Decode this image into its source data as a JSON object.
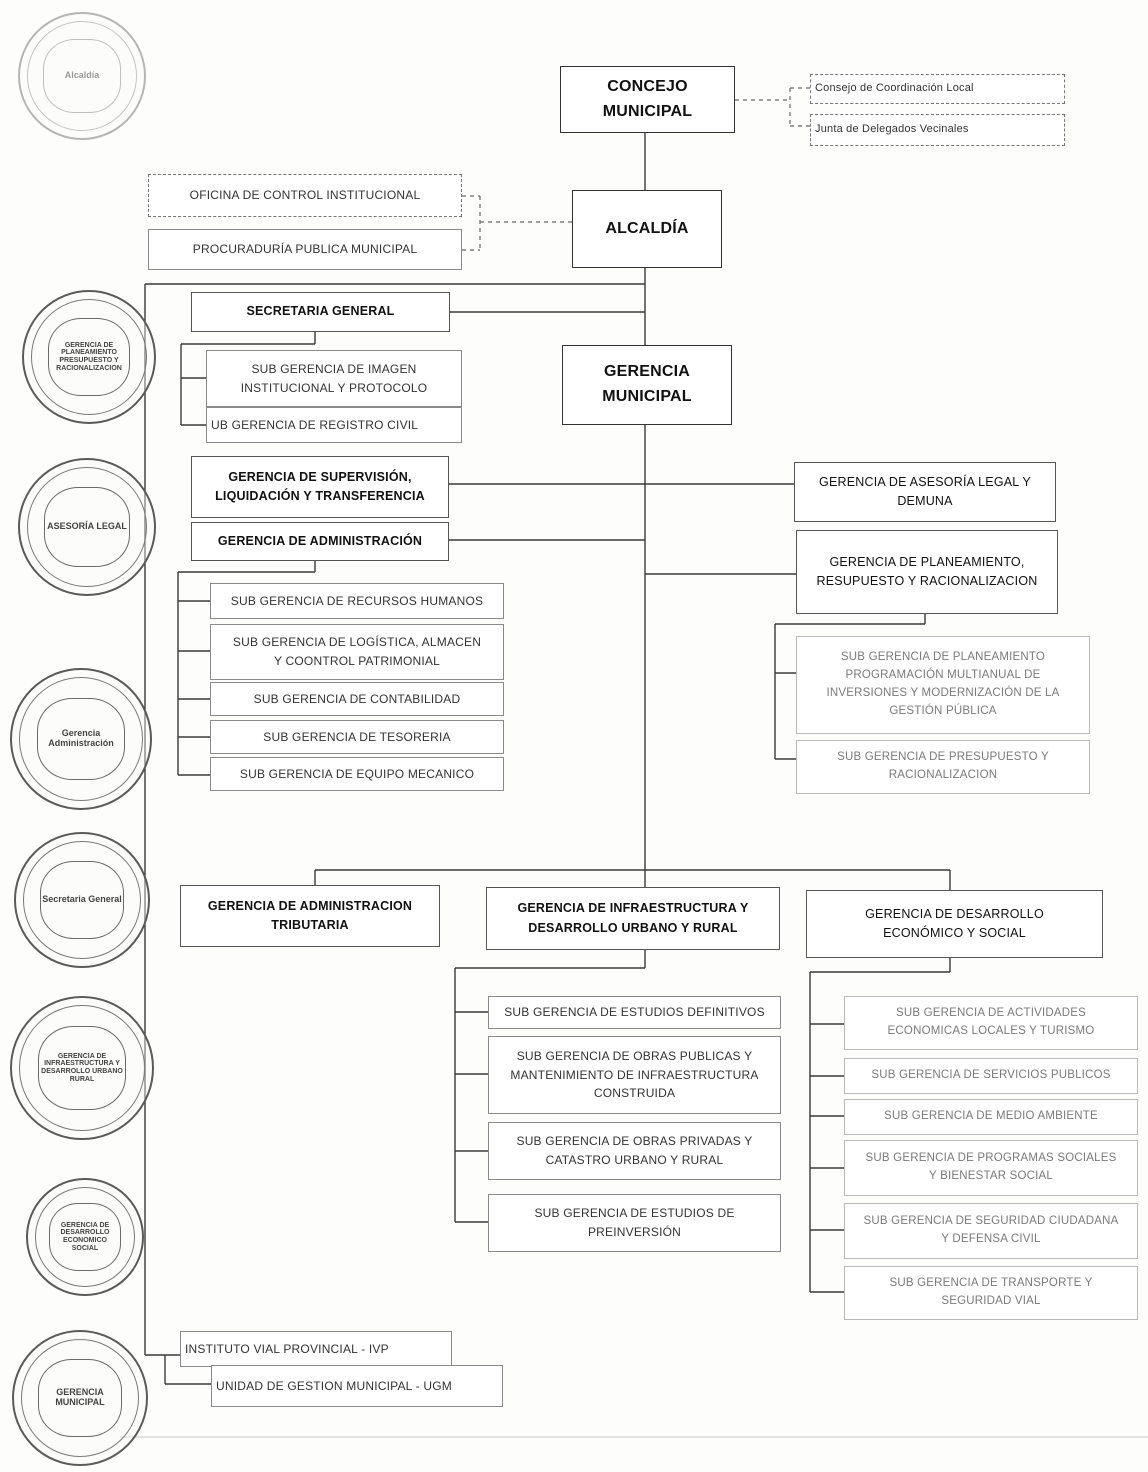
{
  "org": {
    "concejo": [
      "CONCEJO",
      "MUNICIPAL"
    ],
    "consejo_coordinacion": "Consejo de Coordinación Local",
    "junta_delegados": "Junta de Delegados Vecinales",
    "oficina_control": "OFICINA DE CONTROL INSTITUCIONAL",
    "procuraduria": "PROCURADURÍA PUBLICA MUNICIPAL",
    "alcaldia": "ALCALDÍA",
    "secretaria": "SECRETARIA GENERAL",
    "sg_imagen": [
      "SUB GERENCIA DE IMAGEN",
      "INSTITUCIONAL Y PROTOCOLO"
    ],
    "sg_registro": "UB GERENCIA DE REGISTRO CIVIL",
    "gerencia_municipal": [
      "GERENCIA",
      "MUNICIPAL"
    ],
    "g_supervision": [
      "GERENCIA DE SUPERVISIÓN,",
      "LIQUIDACIÓN Y TRANSFERENCIA"
    ],
    "g_administracion": "GERENCIA DE ADMINISTRACIÓN",
    "sg_rrhh": "SUB GERENCIA DE RECURSOS HUMANOS",
    "sg_logistica": [
      "SUB GERENCIA DE LOGÍSTICA, ALMACEN",
      "Y COONTROL PATRIMONIAL"
    ],
    "sg_contabilidad": "SUB GERENCIA DE CONTABILIDAD",
    "sg_tesoreria": "SUB GERENCIA DE TESORERIA",
    "sg_equipo": "SUB GERENCIA DE EQUIPO MECANICO",
    "g_asesoria": [
      "GERENCIA DE ASESORÍA LEGAL Y",
      "DEMUNA"
    ],
    "g_planeamiento": [
      "GERENCIA DE PLANEAMIENTO,",
      "RESUPUESTO Y RACIONALIZACION"
    ],
    "sg_planeamiento": [
      "SUB GERENCIA DE PLANEAMIENTO",
      "PROGRAMACIÓN MULTIANUAL DE",
      "INVERSIONES Y MODERNIZACIÓN DE LA",
      "GESTIÓN PÚBLICA"
    ],
    "sg_presupuesto": [
      "SUB GERENCIA DE PRESUPUESTO Y",
      "RACIONALIZACION"
    ],
    "g_tributaria": [
      "GERENCIA DE ADMINISTRACION",
      "TRIBUTARIA"
    ],
    "g_infraestructura": [
      "GERENCIA DE INFRAESTRUCTURA Y",
      "DESARROLLO URBANO Y RURAL"
    ],
    "g_desarrollo": [
      "GERENCIA DE DESARROLLO",
      "ECONÓMICO Y SOCIAL"
    ],
    "sg_estudios": "SUB GERENCIA DE ESTUDIOS DEFINITIVOS",
    "sg_obras_publicas": [
      "SUB GERENCIA DE OBRAS PUBLICAS Y",
      "MANTENIMIENTO DE INFRAESTRUCTURA",
      "CONSTRUIDA"
    ],
    "sg_obras_privadas": [
      "SUB GERENCIA DE OBRAS PRIVADAS Y",
      "CATASTRO URBANO Y RURAL"
    ],
    "sg_preinversion": [
      "SUB GERENCIA DE ESTUDIOS DE",
      "PREINVERSIÓN"
    ],
    "sg_actividades": [
      "SUB GERENCIA DE ACTIVIDADES",
      "ECONOMICAS LOCALES Y TURISMO"
    ],
    "sg_servicios": "SUB GERENCIA DE SERVICIOS PUBLICOS",
    "sg_medio": "SUB GERENCIA DE MEDIO AMBIENTE",
    "sg_programas": [
      "SUB GERENCIA DE PROGRAMAS SOCIALES",
      "Y BIENESTAR SOCIAL"
    ],
    "sg_seguridad": [
      "SUB GERENCIA DE SEGURIDAD CIUDADANA",
      "Y DEFENSA CIVIL"
    ],
    "sg_transporte": [
      "SUB GERENCIA DE TRANSPORTE Y",
      "SEGURIDAD VIAL"
    ],
    "ivp": "INSTITUTO VIAL PROVINCIAL - IVP",
    "ugm": "UNIDAD DE GESTION MUNICIPAL - UGM"
  },
  "seals": {
    "alcaldia": "Alcaldía",
    "planeamiento": "GERENCIA DE PLANEAMIENTO PRESUPUESTO Y RACIONALIZACION",
    "asesoria": "ASESORÍA LEGAL",
    "administracion": "Gerencia Administración",
    "secretaria": "Secretaria General",
    "infraestructura": "GERENCIA DE INFRAESTRUCTURA Y DESARROLLO URBANO RURAL",
    "desarrollo": "GERENCIA DE DESARROLLO ECONOMICO SOCIAL",
    "municipal": "GERENCIA MUNICIPAL"
  }
}
